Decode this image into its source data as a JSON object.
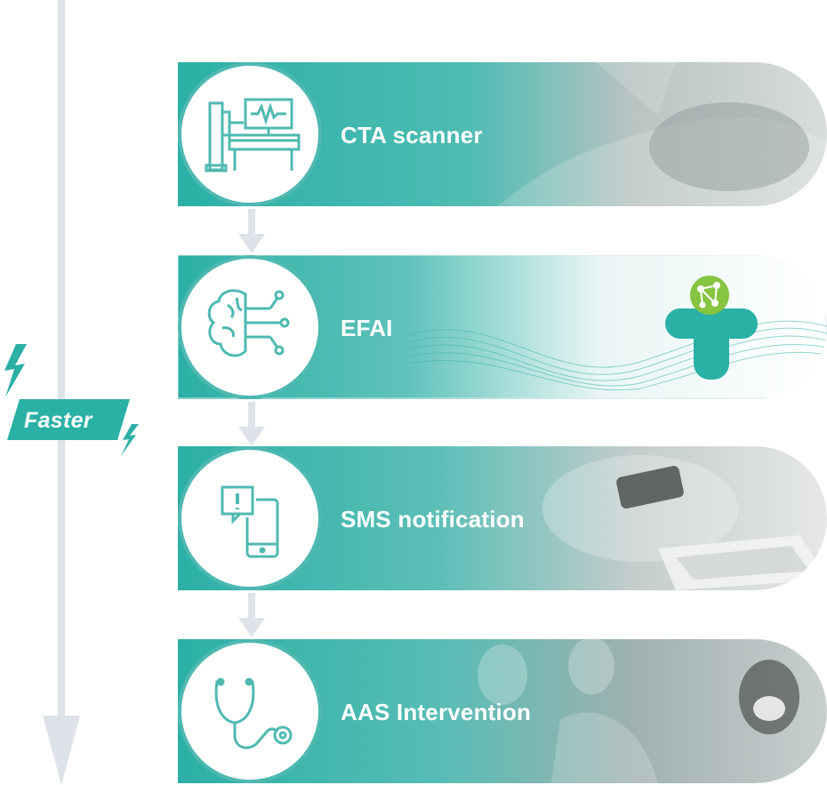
{
  "badge": {
    "label": "Faster"
  },
  "steps": [
    {
      "label": "CTA scanner",
      "icon": "ct-scanner-icon"
    },
    {
      "label": "EFAI",
      "icon": "ai-brain-icon"
    },
    {
      "label": "SMS notification",
      "icon": "phone-alert-icon"
    },
    {
      "label": "AAS Intervention",
      "icon": "stethoscope-icon"
    }
  ],
  "colors": {
    "teal_dark": "#2bb0a6",
    "teal_light": "#a9ddd8",
    "arrow_gray": "#dde3e8",
    "icon_stroke": "#4fb9b1"
  }
}
